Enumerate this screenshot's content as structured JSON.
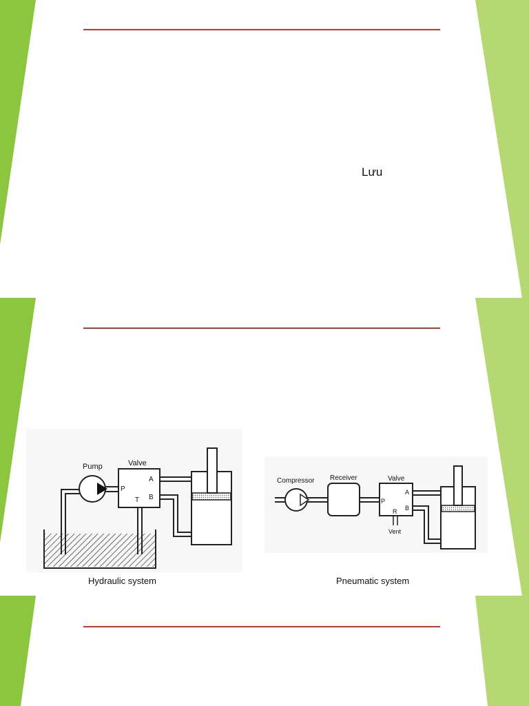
{
  "slides": [
    {
      "id": "slide-1",
      "text": "Lưu"
    },
    {
      "id": "slide-2",
      "hydraulic": {
        "caption": "Hydraulic system",
        "pump": "Pump",
        "valve": "Valve",
        "port_p": "P",
        "port_t": "T",
        "port_a": "A",
        "port_b": "B"
      },
      "pneumatic": {
        "caption": "Pneumatic system",
        "compressor": "Compressor",
        "receiver": "Receiver",
        "valve": "Valve",
        "port_p": "P",
        "port_r": "R",
        "port_a": "A",
        "port_b": "B",
        "vent": "Vent"
      }
    },
    {
      "id": "slide-3"
    }
  ],
  "colors": {
    "accent_green_dark": "#8cc63e",
    "accent_green_light": "#b5d873",
    "title_rule": "#c0392b",
    "background": "#ffffff"
  }
}
